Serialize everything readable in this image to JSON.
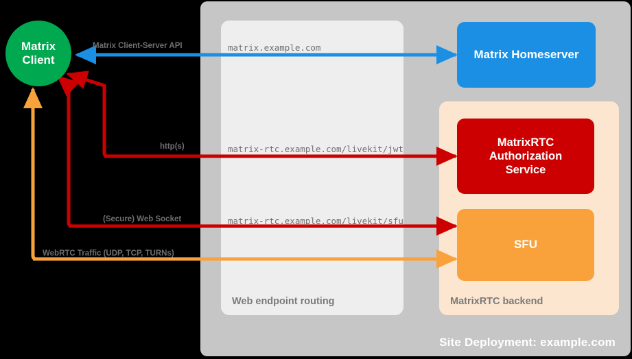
{
  "diagram": {
    "site_deployment_label": "Site Deployment: example.com",
    "web_endpoint_routing_label": "Web endpoint routing",
    "matrixrtc_backend_label": "MatrixRTC backend"
  },
  "client": {
    "line1": "Matrix",
    "line2": "Client"
  },
  "services": {
    "homeserver": "Matrix Homeserver",
    "auth_line1": "MatrixRTC",
    "auth_line2": "Authorization",
    "auth_line3": "Service",
    "sfu": "SFU"
  },
  "connections": [
    {
      "name": "matrix-client-server-api",
      "label": "Matrix Client-Server API",
      "url": "matrix.example.com",
      "color": "#1a8fe3",
      "direction": "to-client"
    },
    {
      "name": "jwt-auth",
      "label": "http(s)",
      "url": "matrix-rtc.example.com/livekit/jwt",
      "color": "#cc0000",
      "direction": "bidirectional"
    },
    {
      "name": "sfu-websocket",
      "label": "(Secure) Web Socket",
      "url": "matrix-rtc.example.com/livekit/sfu",
      "color": "#cc0000",
      "direction": "bidirectional"
    },
    {
      "name": "webrtc-traffic",
      "label": "WebRTC Traffic (UDP, TCP, TURNs)",
      "url": "",
      "color": "#f9a23c",
      "direction": "bidirectional"
    }
  ],
  "labels": {
    "cs_api": "Matrix Client-Server API",
    "https": "http(s)",
    "websocket": "(Secure) Web Socket",
    "webrtc": "WebRTC Traffic (UDP, TCP, TURNs)",
    "url_matrix": "matrix.example.com",
    "url_jwt": "matrix-rtc.example.com/livekit/jwt",
    "url_sfu": "matrix-rtc.example.com/livekit/sfu"
  },
  "colors": {
    "client_green": "#00a84f",
    "homeserver_blue": "#1a8fe3",
    "auth_red": "#cc0000",
    "sfu_orange": "#f9a23c",
    "backend_peach": "#fce6d0",
    "routing_gray": "#eeeeee",
    "site_gray": "#c6c6c6",
    "background": "#000000"
  }
}
